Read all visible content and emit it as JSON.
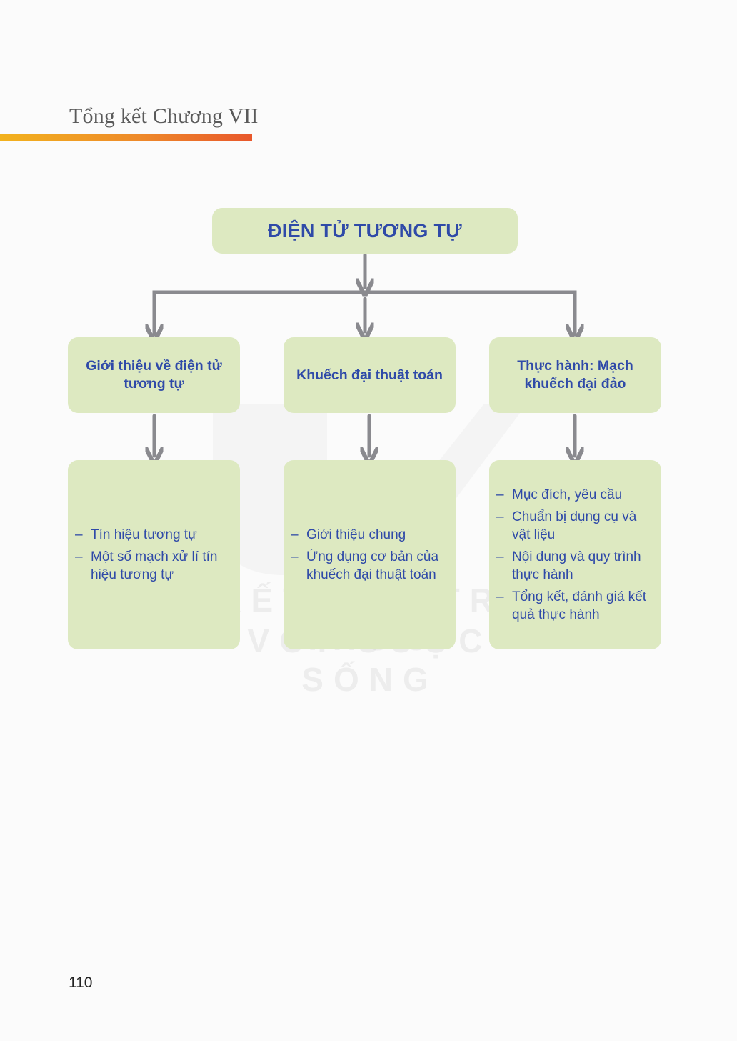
{
  "page": {
    "title": "Tổng kết Chương VII",
    "page_number": "110"
  },
  "diagram": {
    "root": "ĐIỆN TỬ TƯƠNG TỰ",
    "branches": [
      {
        "title": "Giới thiệu về điện tử tương tự",
        "items": [
          "Tín hiệu tương tự",
          "Một số mạch xử lí tín hiệu tương tự"
        ]
      },
      {
        "title": "Khuếch đại thuật toán",
        "items": [
          "Giới thiệu chung",
          "Ứng dụng cơ bản của khuếch đại thuật toán"
        ]
      },
      {
        "title": "Thực hành: Mạch khuếch đại đảo",
        "items": [
          "Mục đích, yêu cầu",
          "Chuẩn bị dụng cụ và vật liệu",
          "Nội dung và quy trình thực hành",
          "Tổng kết, đánh giá kết quả thực hành"
        ]
      }
    ]
  },
  "watermark": {
    "line1": "KẾT NỐI TRI THỨC",
    "line2": "VỚI CUỘC SỐNG"
  },
  "colors": {
    "box_fill": "#dde9c1",
    "text_blue": "#2f4aa8",
    "arrow_gray": "#8a8a8f",
    "accent_orange": "#ee8a2a"
  }
}
